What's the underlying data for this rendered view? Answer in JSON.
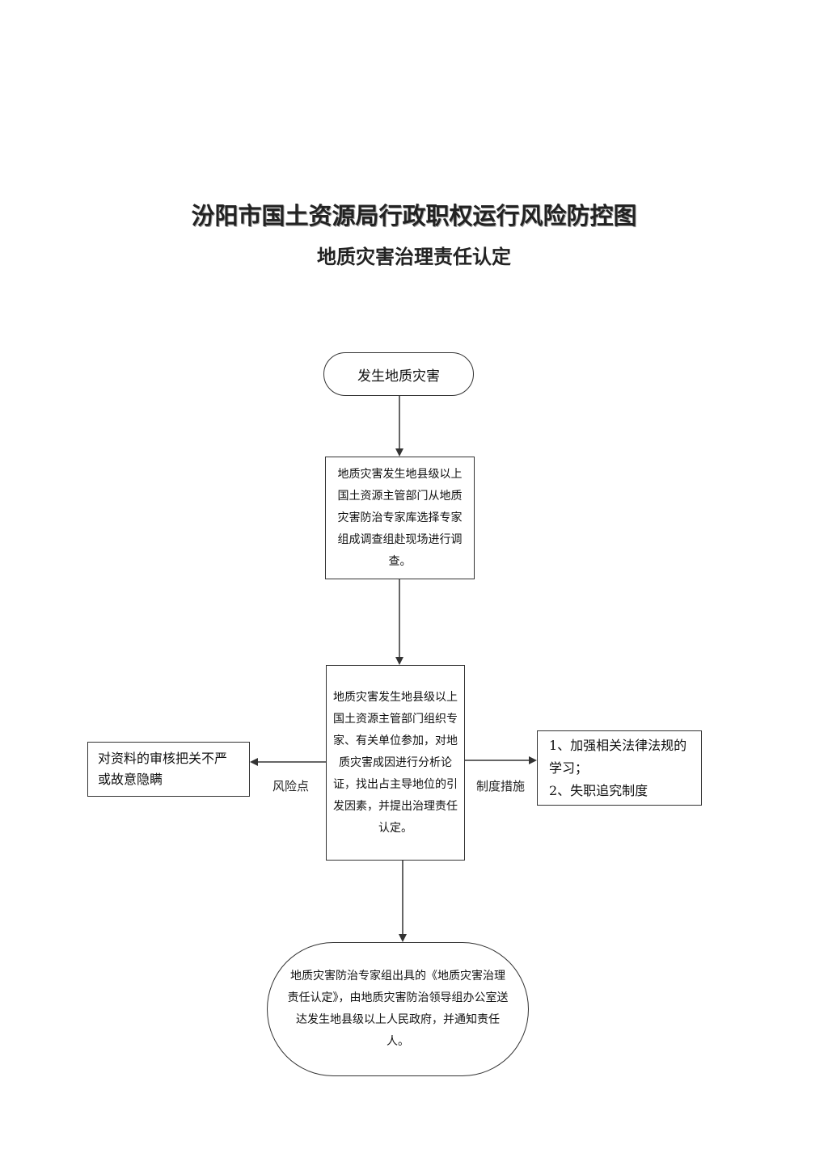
{
  "header": {
    "title": "汾阳市国土资源局行政职权运行风险防控图",
    "subtitle": "地质灾害治理责任认定"
  },
  "flow": {
    "start": "发生地质灾害",
    "step1": "地质灾害发生地县级以上国土资源主管部门从地质灾害防治专家库选择专家组成调查组赴现场进行调查。",
    "step2": "地质灾害发生地县级以上国土资源主管部门组织专家、有关单位参加，对地质灾害成因进行分析论证，找出占主导地位的引发因素，并提出治理责任认定。",
    "end": "地质灾害防治专家组出具的《地质灾害治理责任认定》，由地质灾害防治领导组办公室送达发生地县级以上人民政府，并通知责任人。"
  },
  "risk": {
    "label": "风险点",
    "text": "对资料的审核把关不严或故意隐瞒"
  },
  "measures": {
    "label": "制度措施",
    "items": [
      "1、加强相关法律法规的学习；",
      "2、失职追究制度"
    ]
  }
}
